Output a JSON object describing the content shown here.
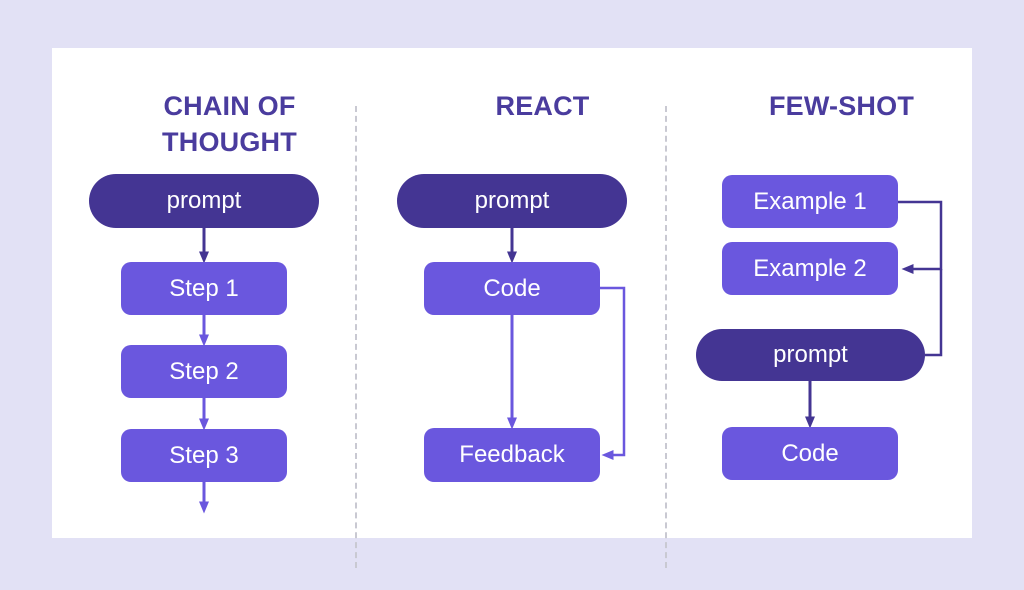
{
  "page": {
    "background_color": "#e2e1f5",
    "card_color": "#ffffff",
    "title_color": "#4a3c9e",
    "node_dark_color": "#443593",
    "node_light_color": "#6a57de",
    "divider_color": "#c9c9d2"
  },
  "columns": [
    {
      "id": "chain-of-thought",
      "title": "CHAIN OF\nTHOUGHT",
      "nodes": [
        {
          "id": "cot-prompt",
          "label": "prompt",
          "shape": "pill",
          "tone": "dark"
        },
        {
          "id": "cot-step1",
          "label": "Step 1",
          "shape": "rect",
          "tone": "light"
        },
        {
          "id": "cot-step2",
          "label": "Step 2",
          "shape": "rect",
          "tone": "light"
        },
        {
          "id": "cot-step3",
          "label": "Step 3",
          "shape": "rect",
          "tone": "light"
        }
      ],
      "edges": [
        {
          "from": "prompt",
          "to": "Step 1",
          "kind": "arrow-down"
        },
        {
          "from": "Step 1",
          "to": "Step 2",
          "kind": "arrow-down"
        },
        {
          "from": "Step 2",
          "to": "Step 3",
          "kind": "arrow-down"
        },
        {
          "from": "Step 3",
          "to": "",
          "kind": "arrow-down-open"
        }
      ]
    },
    {
      "id": "react",
      "title": "REACT",
      "nodes": [
        {
          "id": "react-prompt",
          "label": "prompt",
          "shape": "pill",
          "tone": "dark"
        },
        {
          "id": "react-code",
          "label": "Code",
          "shape": "rect",
          "tone": "light"
        },
        {
          "id": "react-feedback",
          "label": "Feedback",
          "shape": "rect",
          "tone": "light"
        }
      ],
      "edges": [
        {
          "from": "prompt",
          "to": "Code",
          "kind": "arrow-down"
        },
        {
          "from": "Code",
          "to": "Feedback",
          "kind": "arrow-down"
        },
        {
          "from": "Code",
          "to": "Feedback",
          "kind": "loop-right-arrow-left"
        }
      ]
    },
    {
      "id": "few-shot",
      "title": "FEW-SHOT",
      "nodes": [
        {
          "id": "fs-example1",
          "label": "Example 1",
          "shape": "rect",
          "tone": "light"
        },
        {
          "id": "fs-example2",
          "label": "Example 2",
          "shape": "rect",
          "tone": "light"
        },
        {
          "id": "fs-prompt",
          "label": "prompt",
          "shape": "pill",
          "tone": "dark"
        },
        {
          "id": "fs-code",
          "label": "Code",
          "shape": "rect",
          "tone": "light"
        }
      ],
      "edges": [
        {
          "from": "Example 1",
          "to": "Example 2",
          "kind": "loop-right-arrow-left"
        },
        {
          "from": "prompt",
          "to": "Example 2",
          "kind": "loop-right-join"
        },
        {
          "from": "prompt",
          "to": "Code",
          "kind": "arrow-down"
        }
      ]
    }
  ]
}
